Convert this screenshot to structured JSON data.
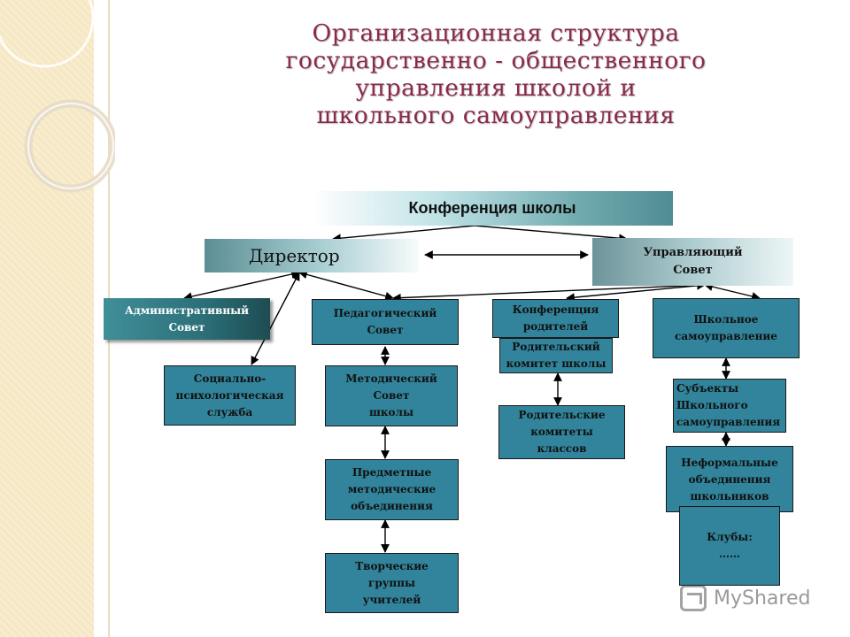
{
  "title": [
    "Организационная структура",
    "государственно - общественного",
    "управления школой и",
    "школьного самоуправления"
  ],
  "nodes": {
    "conference": "Конференция школы",
    "director": "Директор",
    "governing_council": [
      "Управляющий",
      "Совет"
    ],
    "admin_council": [
      "Административный",
      "Совет"
    ],
    "ped_council": [
      "Педагогический",
      "Совет"
    ],
    "parent_conference": [
      "Конференция",
      "родителей"
    ],
    "parent_committee_school": [
      "Родительский",
      "комитет школы"
    ],
    "school_self_gov": [
      "Школьное",
      "самоуправление"
    ],
    "social_psych": [
      "Социально-",
      "психологическая",
      "служба"
    ],
    "method_council": [
      "Методический",
      "Совет",
      "школы"
    ],
    "subject_assoc": [
      "Предметные",
      "методические",
      "объединения"
    ],
    "creative_groups": [
      "Творческие",
      "группы",
      "учителей"
    ],
    "parent_committees_classes": [
      "Родительские",
      "комитеты",
      "классов"
    ],
    "subjects_self_gov": [
      "Субъекты",
      "Школьного",
      "самоуправления"
    ],
    "informal_assoc": [
      "Неформальные",
      "объединения",
      "школьников"
    ],
    "clubs": [
      "Клубы:",
      "……"
    ]
  },
  "watermark": "MyShared",
  "colors": {
    "title": "#8a2a4a",
    "box_fill": "#31849b",
    "side_band": "#f6e8c4"
  }
}
